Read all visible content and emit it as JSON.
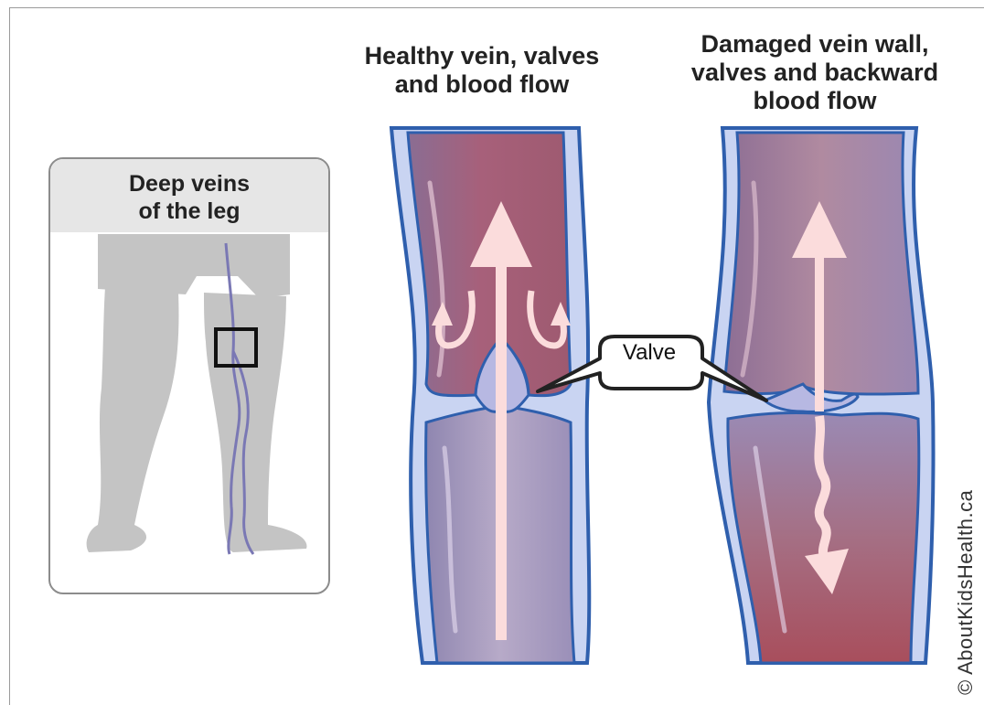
{
  "titles": {
    "healthy": "Healthy vein, valves\nand blood flow",
    "damaged": "Damaged vein wall,\nvalves and backward\nblood flow"
  },
  "inset": {
    "title": "Deep veins\nof the leg"
  },
  "callout": {
    "label": "Valve"
  },
  "credit": {
    "text": "© AboutKidsHealth.ca"
  },
  "colors": {
    "vein_wall": "#2f5fad",
    "vein_wall_light": "#c9d4f2",
    "blood_dark": "#a34b5c",
    "blood_purple": "#9a86ae",
    "arrow": "#fbdcdc",
    "leg_gray": "#c4c4c4",
    "leg_vein": "#7a78b4"
  }
}
